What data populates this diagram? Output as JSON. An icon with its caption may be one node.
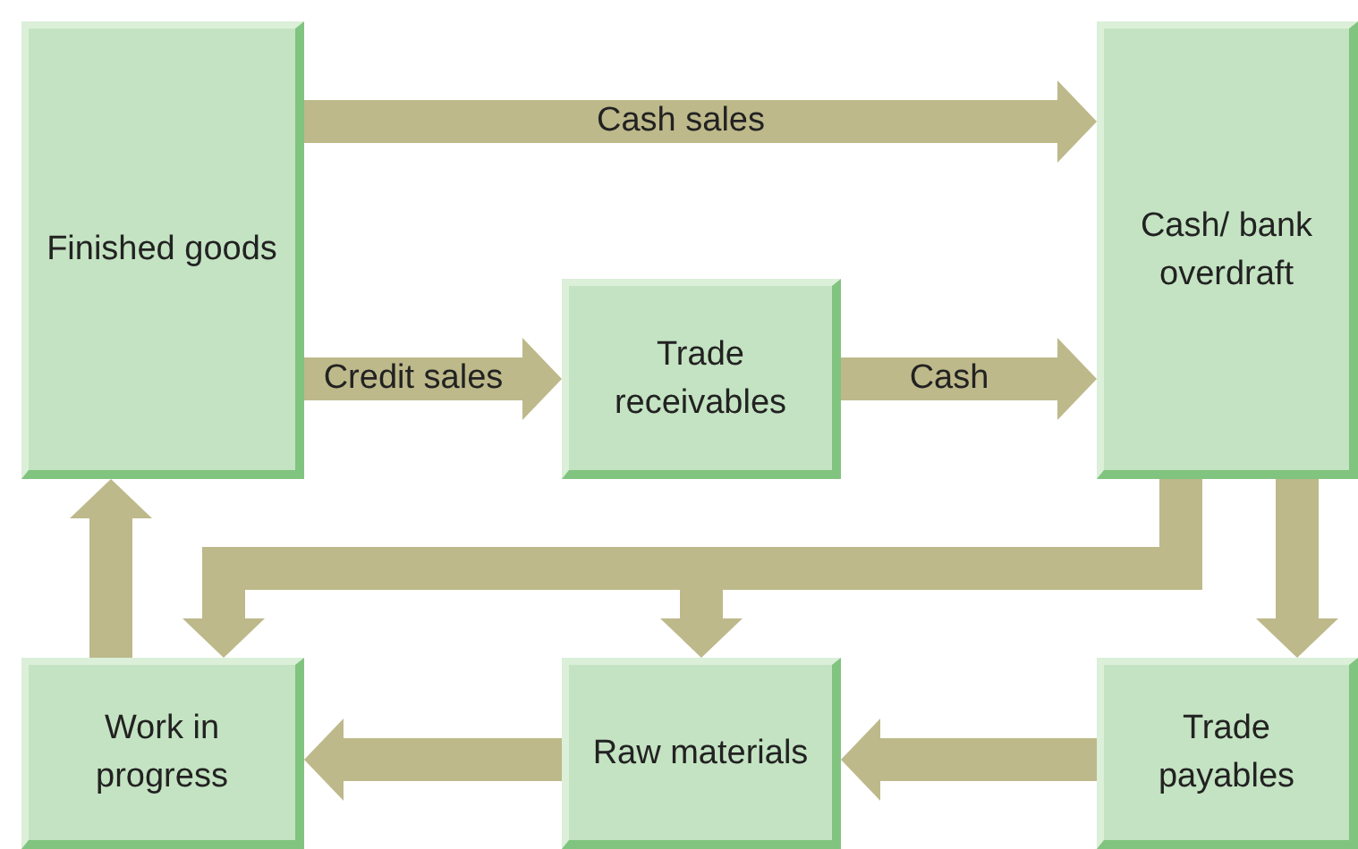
{
  "diagram": {
    "nodes": [
      {
        "text": [
          "Finished goods"
        ]
      },
      {
        "text": [
          "Trade receivables"
        ]
      },
      {
        "text": [
          "Cash/ bank overdraft"
        ]
      },
      {
        "text": [
          "Work in progress"
        ]
      },
      {
        "text": [
          "Raw materials"
        ]
      },
      {
        "text": [
          "Trade payables"
        ]
      }
    ],
    "edges": [
      {
        "from": 0,
        "to": 2,
        "arrow": "to",
        "label": "Cash sales"
      },
      {
        "from": 0,
        "to": 1,
        "arrow": "to",
        "label": "Credit sales"
      },
      {
        "from": 1,
        "to": 2,
        "arrow": "to",
        "label": "Cash"
      },
      {
        "from": 2,
        "to": 3,
        "arrow": "to"
      },
      {
        "from": 2,
        "to": 4,
        "arrow": "to"
      },
      {
        "from": 2,
        "to": 5,
        "arrow": "to"
      },
      {
        "from": 5,
        "to": 4,
        "arrow": "to"
      },
      {
        "from": 4,
        "to": 3,
        "arrow": "to"
      },
      {
        "from": 3,
        "to": 0,
        "arrow": "to"
      }
    ]
  }
}
